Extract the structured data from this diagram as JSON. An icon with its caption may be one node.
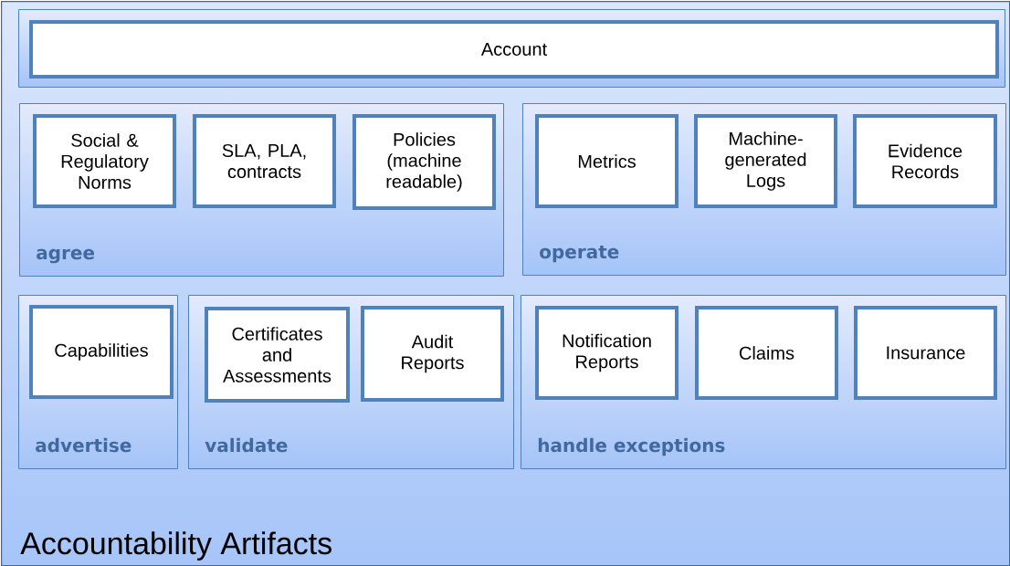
{
  "diagram": {
    "nodes": [
      {
        "text": [
          "Accountability Artifacts"
        ]
      },
      {
        "text": [],
        "shape": "box",
        "in": 0
      },
      {
        "text": [
          "Account"
        ],
        "in": 1
      },
      {
        "text": [
          "agree"
        ],
        "in": 0
      },
      {
        "text": [
          "Social & Regulatory Norms"
        ],
        "in": 3
      },
      {
        "text": [
          "SLA, PLA, contracts"
        ],
        "in": 3
      },
      {
        "text": [
          "Policies (machine readable)"
        ],
        "in": 3
      },
      {
        "text": [
          "operate"
        ],
        "in": 0
      },
      {
        "text": [
          "Metrics"
        ],
        "in": 7
      },
      {
        "text": [
          "Machine-generated Logs"
        ],
        "in": 7
      },
      {
        "text": [
          "Evidence Records"
        ],
        "in": 7
      },
      {
        "text": [
          "advertise"
        ],
        "in": 0
      },
      {
        "text": [
          "Capabilities"
        ],
        "in": 11
      },
      {
        "text": [
          "validate"
        ],
        "in": 0
      },
      {
        "text": [
          "Certificates and Assessments"
        ],
        "in": 13
      },
      {
        "text": [
          "Audit Reports"
        ],
        "in": 13
      },
      {
        "text": [
          "handle exceptions"
        ],
        "in": 0
      },
      {
        "text": [
          "Notification Reports"
        ],
        "in": 16
      },
      {
        "text": [
          "Claims"
        ],
        "in": 16
      },
      {
        "text": [
          "Insurance"
        ],
        "in": 16
      }
    ]
  }
}
